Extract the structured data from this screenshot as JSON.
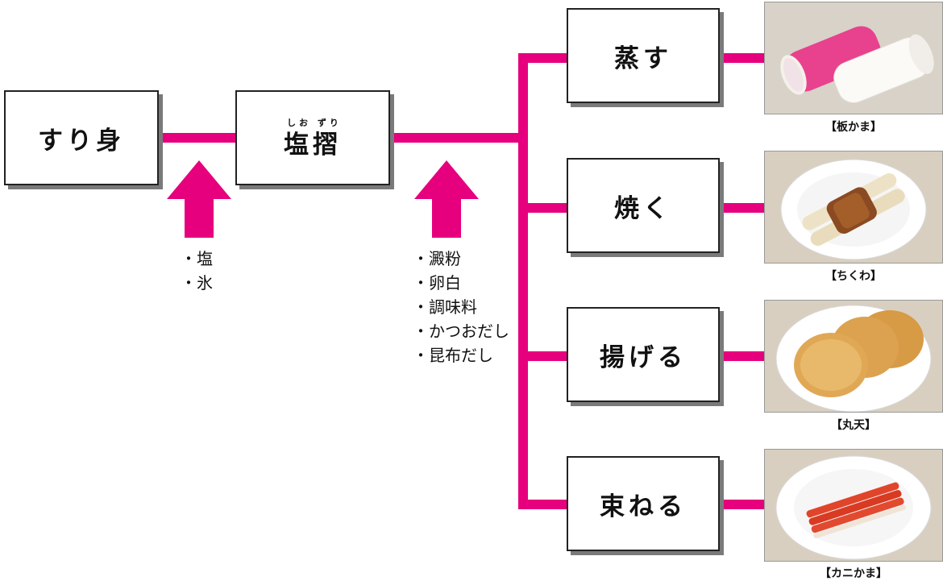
{
  "nodes": {
    "surimi": "すり身",
    "shiozuri": "塩摺",
    "shiozuri_ruby": "しお ずり",
    "steam": "蒸す",
    "grill": "焼く",
    "fry": "揚げる",
    "bundle": "束ねる"
  },
  "ingredients_1": [
    "塩",
    "氷"
  ],
  "ingredients_2": [
    "澱粉",
    "卵白",
    "調味料",
    "かつおだし",
    "昆布だし"
  ],
  "products": {
    "steam": "【板かま】",
    "grill": "【ちくわ】",
    "fry": "【丸天】",
    "bundle": "【カニかま】"
  },
  "colors": {
    "connector": "#e6007e",
    "box_border": "#222222",
    "shadow": "#7a7a7a"
  }
}
